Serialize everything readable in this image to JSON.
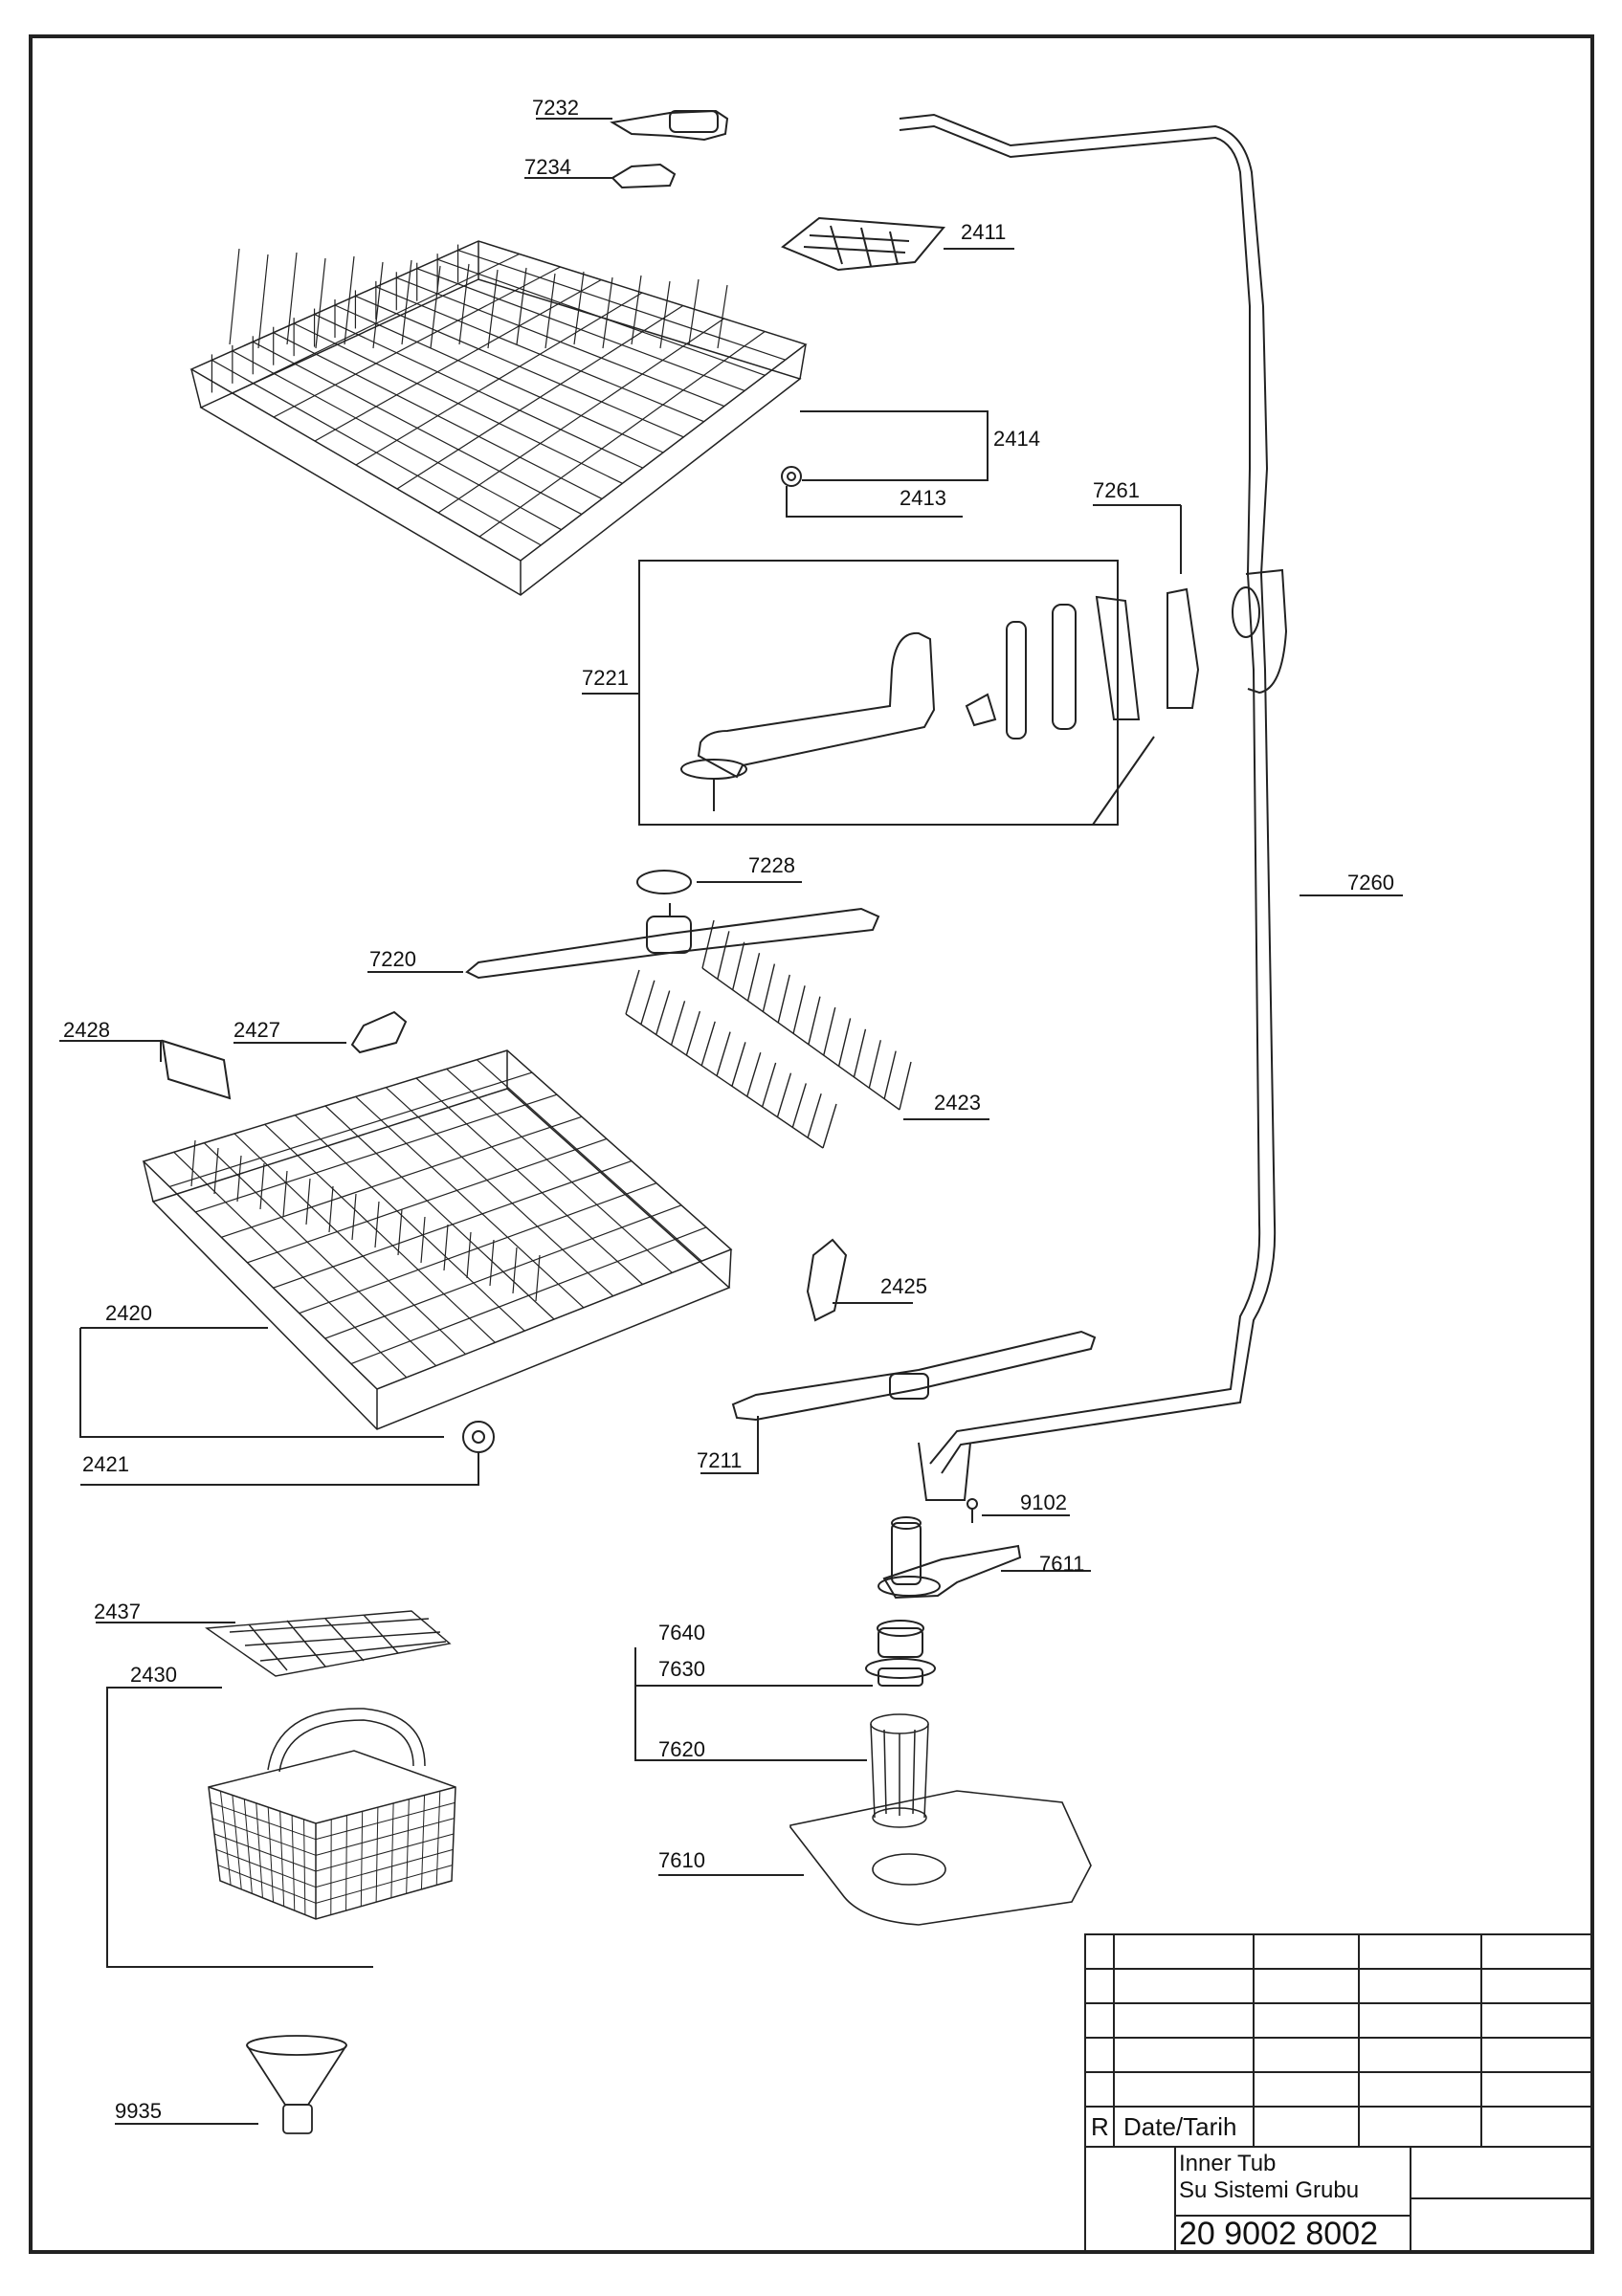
{
  "parts": {
    "p7232": "7232",
    "p7234": "7234",
    "p2411": "2411",
    "p2414": "2414",
    "p2413": "2413",
    "p7261": "7261",
    "p7221": "7221",
    "p7228": "7228",
    "p7260": "7260",
    "p7220": "7220",
    "p2428": "2428",
    "p2427": "2427",
    "p2423": "2423",
    "p2425": "2425",
    "p2420": "2420",
    "p2421": "2421",
    "p7211": "7211",
    "p9102": "9102",
    "p7611": "7611",
    "p2437": "2437",
    "p2430": "2430",
    "p7640": "7640",
    "p7630": "7630",
    "p7620": "7620",
    "p7610": "7610",
    "p9935": "9935"
  },
  "title_block": {
    "rev_label": "R",
    "date_label": "Date/Tarih",
    "title_en": "Inner Tub",
    "title_tr": "Su Sistemi Grubu",
    "drawing_number": "20 9002 8002"
  }
}
